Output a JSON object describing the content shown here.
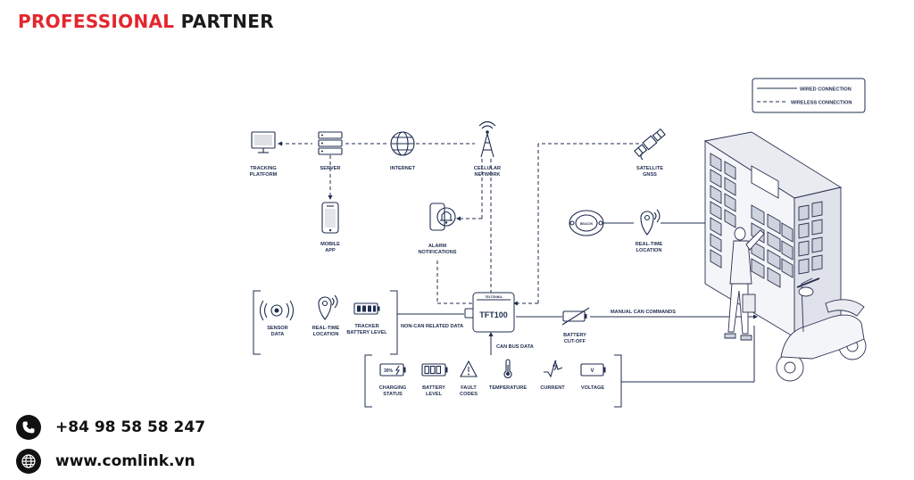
{
  "brand": {
    "highlight": "PROFESSIONAL",
    "rest": "PARTNER"
  },
  "contact": {
    "phone": "+84 98 58 58 247",
    "website": "www.comlink.vn"
  },
  "legend": {
    "wired": "WIRED CONNECTION",
    "wireless": "WIRELESS CONNECTION"
  },
  "device": {
    "name": "TFT100",
    "brand": "TELTONIKA"
  },
  "nodes": {
    "tracking_platform": [
      "TRACKING",
      "PLATFORM"
    ],
    "server": [
      "SERVER"
    ],
    "internet": [
      "INTERNET"
    ],
    "cellular": [
      "CELLULAR",
      "NETWORK"
    ],
    "satellite": [
      "SATELLITE",
      "GNSS"
    ],
    "mobile_app": [
      "MOBILE",
      "APP"
    ],
    "alarm": [
      "ALARM",
      "NOTIFICATIONS"
    ],
    "realtime_top": [
      "REAL-TIME",
      "LOCATION"
    ],
    "sensor": [
      "SENSOR",
      "DATA"
    ],
    "realtime_left": [
      "REAL-TIME",
      "LOCATION"
    ],
    "tracker_battery": [
      "TRACKER",
      "BATTERY LEVEL"
    ],
    "battery_cutoff": [
      "BATTERY",
      "CUT-OFF"
    ],
    "charging": [
      "CHARGING",
      "STATUS"
    ],
    "battery_level": [
      "BATTERY",
      "LEVEL"
    ],
    "fault": [
      "FAULT",
      "CODES"
    ],
    "temperature": [
      "TEMPERATURE"
    ],
    "current": [
      "CURRENT"
    ],
    "voltage": [
      "VOLTAGE"
    ]
  },
  "edges": {
    "non_can": "NON-CAN RELATED DATA",
    "can_bus": "CAN BUS DATA",
    "manual_can": "MANUAL CAN COMMANDS"
  },
  "icon_text": {
    "charging_pct": "30%",
    "voltage_v": "V",
    "beacon": "BEACON"
  },
  "icons": [
    "monitor-icon",
    "server-icon",
    "globe-icon",
    "cell-tower-icon",
    "satellite-icon",
    "smartphone-icon",
    "bell-icon",
    "location-pin-icon",
    "signal-icon",
    "battery-icon",
    "cut-off-icon",
    "warning-icon",
    "thermometer-icon",
    "pulse-icon",
    "phone-icon"
  ]
}
